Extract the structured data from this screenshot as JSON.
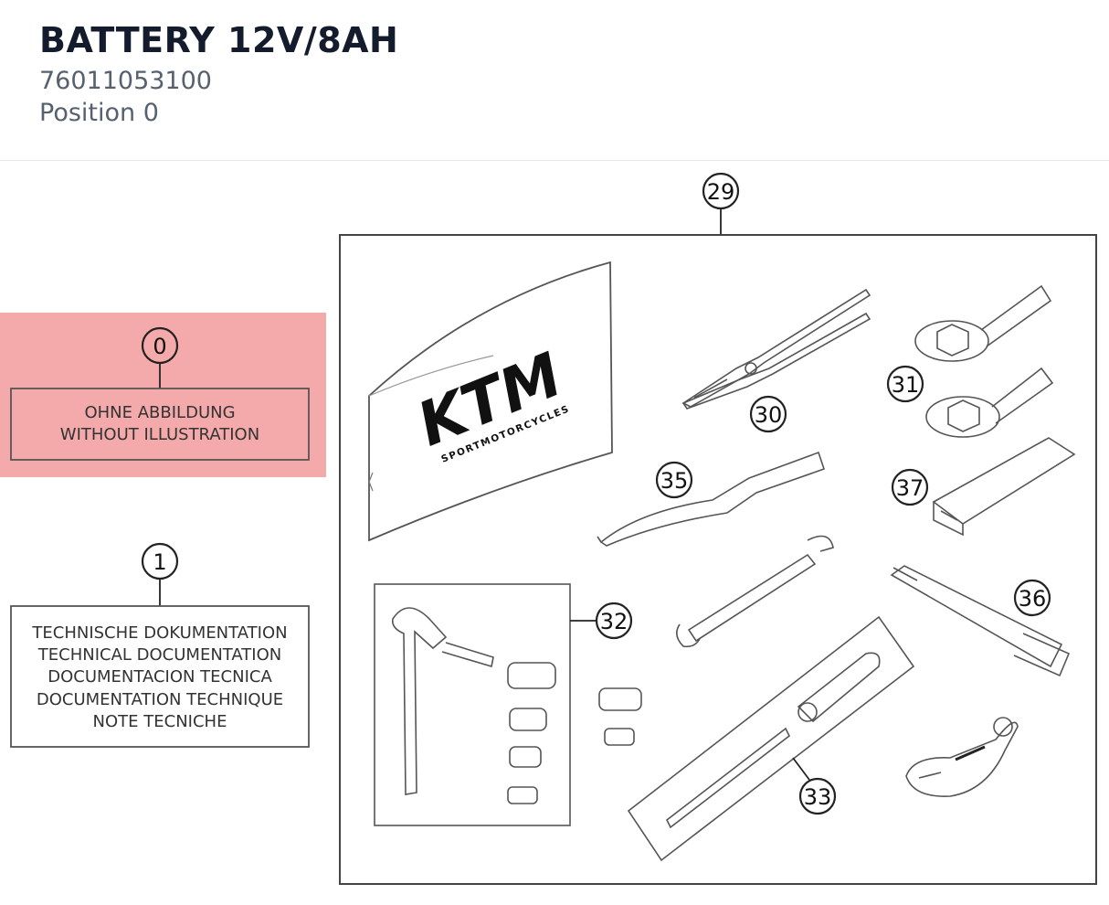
{
  "header": {
    "title": "BATTERY 12V/8AH",
    "part_number": "76011053100",
    "position": "Position 0"
  },
  "diagram": {
    "highlight_color": "#f29b9b",
    "callouts": {
      "c0": "0",
      "c1": "1",
      "c29": "29",
      "c30": "30",
      "c31": "31",
      "c32": "32",
      "c33": "33",
      "c35": "35",
      "c36": "36",
      "c37": "37"
    },
    "box0": {
      "line1": "OHNE ABBILDUNG",
      "line2": "WITHOUT ILLUSTRATION"
    },
    "box1": {
      "line1": "TECHNISCHE DOKUMENTATION",
      "line2": "TECHNICAL DOCUMENTATION",
      "line3": "DOCUMENTACION TECNICA",
      "line4": "DOCUMENTATION TECHNIQUE",
      "line5": "NOTE TECNICHE"
    },
    "logo": {
      "brand": "KTM",
      "tagline": "SPORTMOTORCYCLES"
    }
  }
}
